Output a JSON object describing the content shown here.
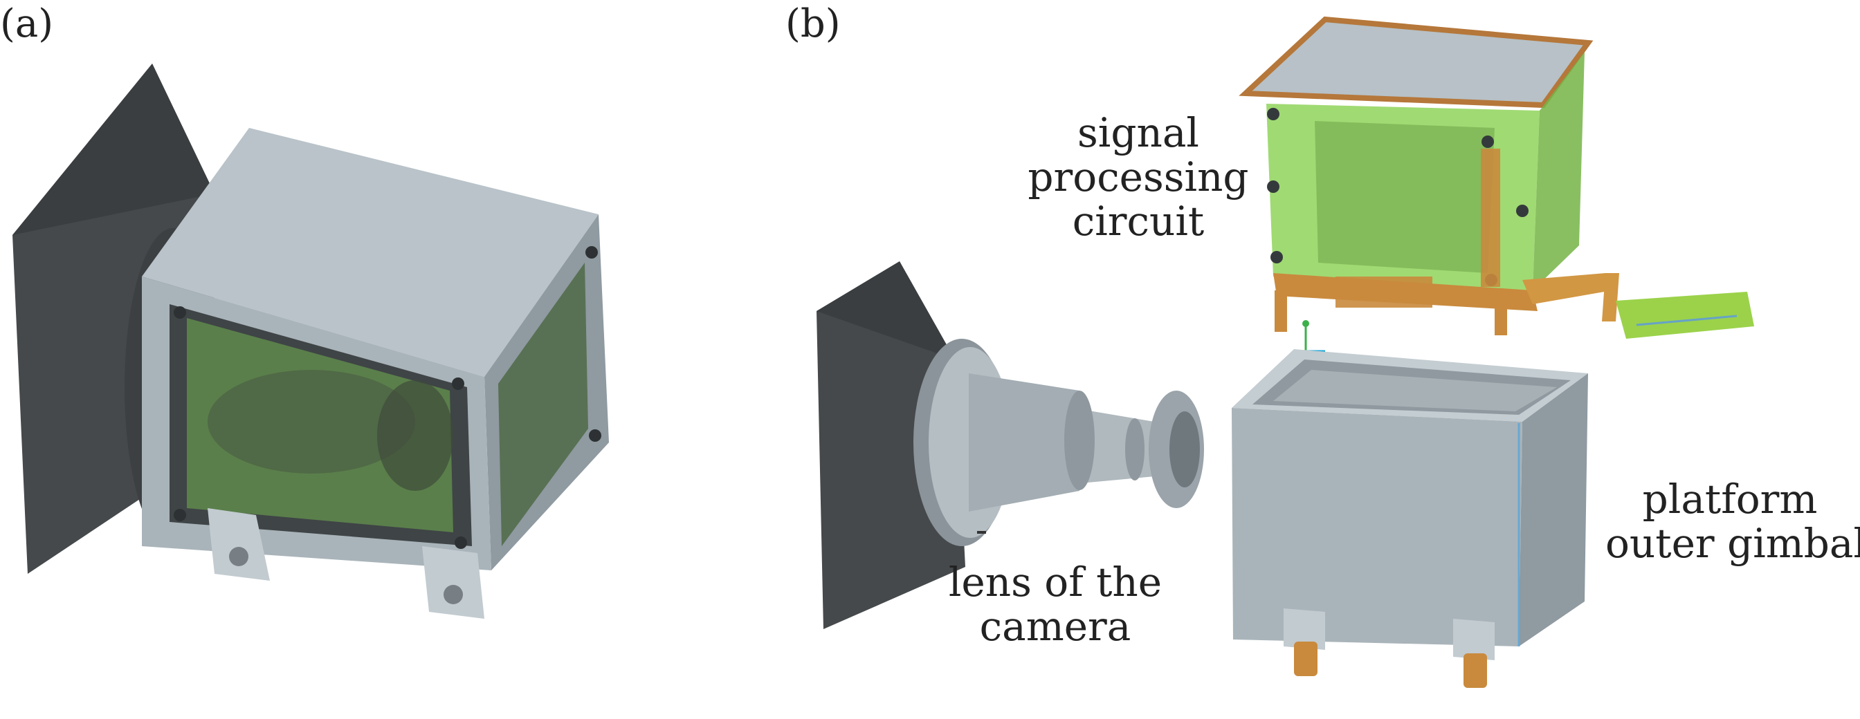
{
  "panels": [
    {
      "label": "(a)"
    },
    {
      "label": "(b)"
    }
  ],
  "callouts": {
    "signal_processing_circuit": [
      "signal",
      "processing",
      "circuit"
    ],
    "platform_outer_gimbal": [
      "platform",
      "outer gimbal"
    ],
    "lens_of_the_camera": [
      "lens of the",
      "camera"
    ]
  },
  "colors": {
    "housing_gray": "#a9b4ba",
    "housing_top": "#b9c3c9",
    "lens_hood": "#45494b",
    "window_green": "#5f8a4c",
    "circuit_green": "#8fd35a",
    "bracket_orange": "#c98a3d",
    "pcb_orange": "#b5773a"
  }
}
